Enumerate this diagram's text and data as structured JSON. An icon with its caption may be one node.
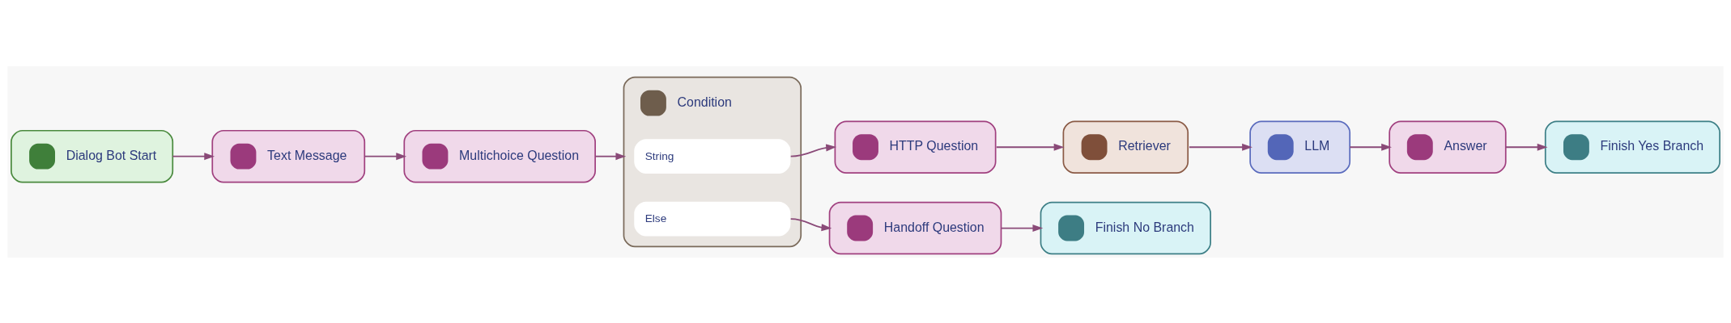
{
  "diagram": {
    "nodes": [
      {
        "text": [
          "Dialog Bot Start"
        ]
      },
      {
        "text": [
          "Text Message"
        ]
      },
      {
        "text": [
          "Multichoice Question"
        ]
      },
      {
        "text": [
          "Condition"
        ]
      },
      {
        "text": [
          "String"
        ],
        "in": 3
      },
      {
        "text": [
          "Else"
        ],
        "in": 3
      },
      {
        "text": [
          "HTTP Question"
        ]
      },
      {
        "text": [
          "Retriever"
        ]
      },
      {
        "text": [
          "LLM"
        ]
      },
      {
        "text": [
          "Answer"
        ]
      },
      {
        "text": [
          "Finish Yes Branch"
        ]
      },
      {
        "text": [
          "Handoff Question"
        ]
      },
      {
        "text": [
          "Finish No Branch"
        ]
      }
    ],
    "edges": [
      {
        "from": 0,
        "to": 1,
        "arrow": "to"
      },
      {
        "from": 1,
        "to": 2,
        "arrow": "to"
      },
      {
        "from": 2,
        "to": 3,
        "arrow": "to"
      },
      {
        "from": 4,
        "to": 6,
        "arrow": "to"
      },
      {
        "from": 5,
        "to": 11,
        "arrow": "to"
      },
      {
        "from": 6,
        "to": 7,
        "arrow": "to"
      },
      {
        "from": 7,
        "to": 8,
        "arrow": "to"
      },
      {
        "from": 8,
        "to": 9,
        "arrow": "to"
      },
      {
        "from": 9,
        "to": 10,
        "arrow": "to"
      },
      {
        "from": 11,
        "to": 12,
        "arrow": "to"
      }
    ]
  }
}
